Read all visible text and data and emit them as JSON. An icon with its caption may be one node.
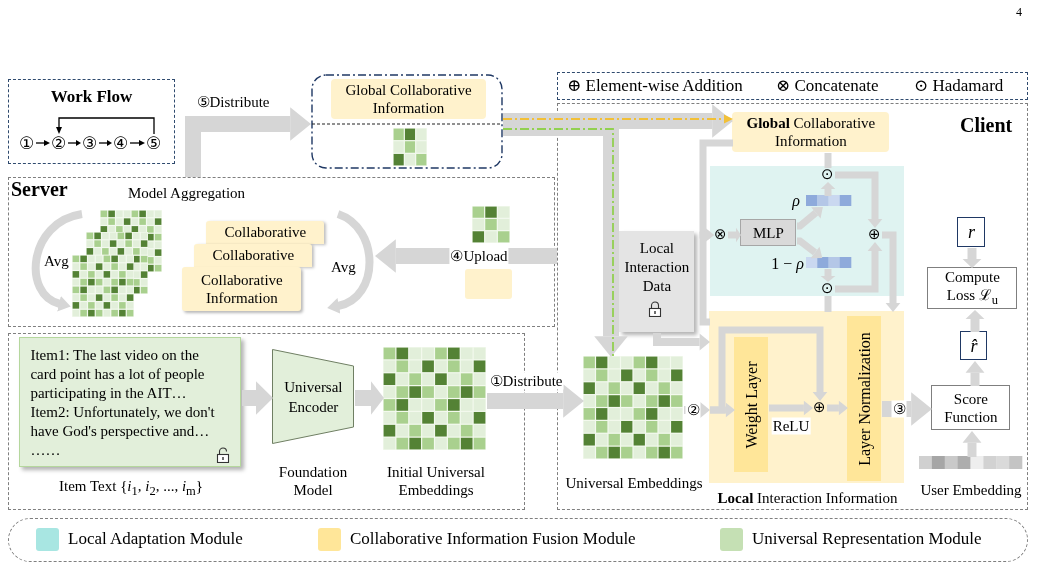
{
  "diagram": {
    "nodes": [
      {
        "text": [
          "Work Flow"
        ]
      },
      {
        "text": [
          "①"
        ],
        "in": 0
      },
      {
        "text": [
          "②"
        ],
        "in": 0
      },
      {
        "text": [
          "③"
        ],
        "in": 0
      },
      {
        "text": [
          "④"
        ],
        "in": 0
      },
      {
        "text": [
          "⑤"
        ],
        "in": 0
      },
      {
        "text": [],
        "shape": "box"
      },
      {
        "text": [
          "Global Collaborative Information"
        ],
        "in": 6
      },
      {
        "text": [
          "Server",
          "Model Aggregation"
        ]
      },
      {
        "text": [
          "Collaborative"
        ],
        "in": 8
      },
      {
        "text": [
          "Collaborative"
        ],
        "in": 8
      },
      {
        "text": [
          "Collaborative Information"
        ],
        "in": 8
      },
      {
        "text": [],
        "shape": "box",
        "in": 8
      },
      {
        "text": [],
        "shape": "box"
      },
      {
        "text": [
          "Item1: The last video on the card point has a lot of people participating in the AIT…",
          "Item2: Unfortunately, we don't have God's perspective and…",
          "……"
        ],
        "in": 13,
        "beside": [
          "Item Text {*i*$_{1}$, *i*$_{2}$, ..., *i*$_{m}$}"
        ]
      },
      {
        "text": [
          "Universal Encoder"
        ],
        "in": 13,
        "beside": [
          "Foundation Model"
        ]
      },
      {
        "text": [],
        "shape": "picture",
        "in": 13,
        "beside": [
          "Initial Universal Embeddings"
        ]
      },
      {
        "text": [
          "Client"
        ]
      },
      {
        "text": [
          "**Global** Collaborative Information"
        ],
        "in": 17
      },
      {
        "text": [
          "Local Interaction Data"
        ],
        "in": 17
      },
      {
        "text": [],
        "shape": "box",
        "in": 17
      },
      {
        "text": [
          "⊙"
        ],
        "in": 20
      },
      {
        "text": [],
        "shape": "bar",
        "in": 20,
        "beside": [
          "ρ"
        ]
      },
      {
        "text": [
          "⊗"
        ],
        "in": 20
      },
      {
        "text": [
          "MLP"
        ],
        "in": 20
      },
      {
        "text": [
          "⊕"
        ],
        "in": 20
      },
      {
        "text": [],
        "shape": "bar",
        "in": 20,
        "beside": [
          "1 − *ρ*"
        ]
      },
      {
        "text": [
          "⊙"
        ],
        "in": 20
      },
      {
        "text": [],
        "shape": "picture",
        "in": 17,
        "beside": [
          "Universal Embeddings"
        ]
      },
      {
        "text": [],
        "shape": "box",
        "in": 17,
        "beside": [
          "**Local** Interaction Information"
        ]
      },
      {
        "text": [
          "Weight Layer"
        ],
        "in": 29
      },
      {
        "text": [
          "⊕"
        ],
        "in": 29
      },
      {
        "text": [
          "Layer Normalization"
        ],
        "in": 29
      },
      {
        "text": [
          "r"
        ],
        "in": 17
      },
      {
        "text": [
          "Compute Loss ℒ$_{u}$"
        ],
        "in": 17
      },
      {
        "text": [
          "r̂"
        ],
        "in": 17
      },
      {
        "text": [
          "Score Function"
        ],
        "in": 17
      },
      {
        "text": [],
        "shape": "bar",
        "in": 17,
        "beside": [
          "User Embedding"
        ]
      }
    ],
    "edges": [
      {
        "from": 1,
        "to": 2,
        "arrow": "to",
        "color": "#000000"
      },
      {
        "from": 2,
        "to": 3,
        "arrow": "to",
        "color": "#000000"
      },
      {
        "from": 3,
        "to": 4,
        "arrow": "to",
        "color": "#000000"
      },
      {
        "from": 4,
        "to": 5,
        "arrow": "to",
        "color": "#000000"
      },
      {
        "from": 5,
        "to": 2,
        "arrow": "to",
        "color": "#000000"
      },
      {
        "from": 8,
        "to": 6,
        "arrow": "to",
        "label": "⑤Distribute",
        "style": "thick"
      },
      {
        "from": 6,
        "to": 18,
        "arrow": "to",
        "style": "thick"
      },
      {
        "from": 6,
        "to": 28,
        "arrow": "to",
        "style": "thick"
      },
      {
        "from": 6,
        "to": 18,
        "arrow": "to",
        "style": "dashed",
        "color": "#f2c037"
      },
      {
        "from": 6,
        "to": 28,
        "arrow": "none",
        "style": "dashed",
        "color": "#92d050"
      },
      {
        "from": 17,
        "to": null,
        "arrow": "to",
        "label": "④Upload",
        "style": "thick"
      },
      {
        "from": 14,
        "to": 15,
        "arrow": "to",
        "style": "thick"
      },
      {
        "from": 15,
        "to": 16,
        "arrow": "to",
        "style": "thick"
      },
      {
        "from": 16,
        "to": 28,
        "arrow": "to",
        "label": "①Distribute",
        "style": "thick"
      },
      {
        "from": 18,
        "to": 21,
        "arrow": "none"
      },
      {
        "from": 18,
        "to": 23,
        "arrow": "to"
      },
      {
        "from": 29,
        "to": 23,
        "arrow": "to"
      },
      {
        "from": 23,
        "to": 24,
        "arrow": "to"
      },
      {
        "from": 24,
        "to": 22,
        "arrow": "to"
      },
      {
        "from": 24,
        "to": 26,
        "arrow": "to"
      },
      {
        "from": 22,
        "to": 21,
        "arrow": "to"
      },
      {
        "from": 26,
        "to": 27,
        "arrow": "to"
      },
      {
        "from": 21,
        "to": 25,
        "arrow": "to"
      },
      {
        "from": 27,
        "to": 25,
        "arrow": "to"
      },
      {
        "from": 25,
        "to": 29,
        "arrow": "to"
      },
      {
        "from": 29,
        "to": 27,
        "arrow": "none"
      },
      {
        "from": 19,
        "to": 29,
        "arrow": "to"
      },
      {
        "from": 28,
        "to": 29,
        "arrow": "to",
        "label": "②"
      },
      {
        "from": 29,
        "to": 30,
        "arrow": "to"
      },
      {
        "from": 29,
        "to": 31,
        "arrow": "to"
      },
      {
        "from": 30,
        "to": 31,
        "arrow": "to",
        "label": "ReLU"
      },
      {
        "from": 31,
        "to": 32,
        "arrow": "to"
      },
      {
        "from": 32,
        "to": 36,
        "arrow": "to",
        "label": "③",
        "style": "thick"
      },
      {
        "from": 36,
        "to": 35,
        "arrow": "to"
      },
      {
        "from": 35,
        "to": 34,
        "arrow": "to"
      },
      {
        "from": 33,
        "to": 34,
        "arrow": "to"
      },
      {
        "from": 37,
        "to": 36,
        "arrow": "to"
      }
    ],
    "labels": [
      "4",
      "Avg",
      "Avg"
    ],
    "legend": [
      {
        "text": "⊕ Element-wise Addition"
      },
      {
        "text": "⊗ Concatenate"
      },
      {
        "text": "⊙ Hadamard"
      },
      {
        "text": "Local Adaptation Module",
        "color": "#a8e6e2"
      },
      {
        "text": "Collaborative Information Fusion Module",
        "color": "#ffe699"
      },
      {
        "text": "Universal Representation Module",
        "color": "#c5e0b4"
      }
    ]
  }
}
